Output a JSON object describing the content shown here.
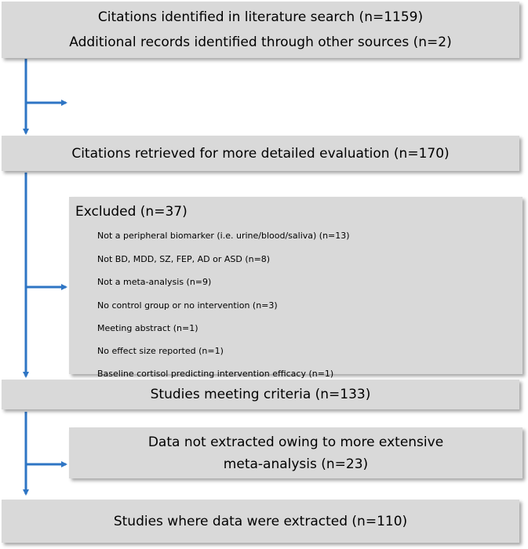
{
  "boxes": {
    "search": {
      "line1": "Citations identified in literature search (n=1159)",
      "line2": "Additional records identified through other sources (n=2)"
    },
    "retrieved": {
      "text": "Citations retrieved for more detailed evaluation (n=170)"
    },
    "excluded": {
      "title": "Excluded (n=37)",
      "reasons": [
        "Not a peripheral biomarker (i.e. urine/blood/saliva) (n=13)",
        "Not BD, MDD, SZ, FEP, AD or ASD (n=8)",
        "Not a meta-analysis (n=9)",
        "No control group or no intervention (n=3)",
        "Meeting abstract (n=1)",
        "No effect size reported (n=1)",
        "Baseline cortisol predicting intervention efficacy (n=1)"
      ]
    },
    "meeting": {
      "text": "Studies meeting criteria (n=133)"
    },
    "not_extracted": {
      "line1": "Data not extracted owing to more extensive",
      "line2": "meta-analysis (n=23)"
    },
    "extracted": {
      "text": "Studies where data were extracted (n=110)"
    }
  },
  "colors": {
    "box": "#d9d9d9",
    "arrow": "#2e75c4"
  }
}
